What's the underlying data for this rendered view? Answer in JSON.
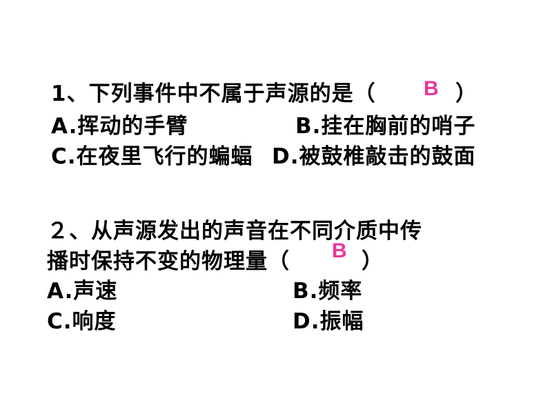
{
  "q1": {
    "stem": "1、下列事件中不属于声源的是（",
    "close": "）",
    "answer": "B",
    "options": [
      "A.挥动的手臂",
      "B.挂在胸前的哨子",
      "C.在夜里飞行的蝙蝠",
      "D.被鼓椎敲击的鼓面"
    ]
  },
  "q2": {
    "stem_line1": "２、从声源发出的声音在不同介质中传",
    "stem_line2": "播时保持不变的物理量（",
    "close": "）",
    "answer": "B",
    "options": [
      "A.声速",
      "B.频率",
      "C.响度",
      "D.振幅"
    ]
  },
  "colors": {
    "answer": "#EE3399"
  }
}
